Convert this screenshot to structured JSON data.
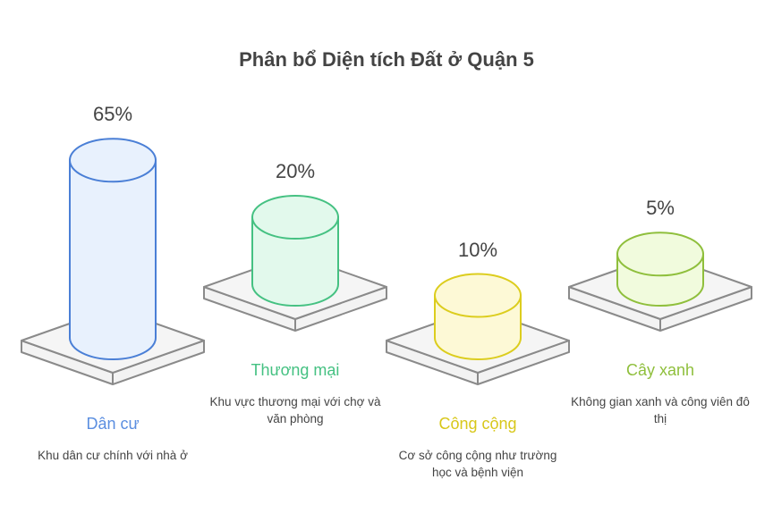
{
  "title": "Phân bổ Diện tích Đất ở Quận 5",
  "chart_data": {
    "type": "bar",
    "title": "Phân bổ Diện tích Đất ở Quận 5",
    "categories": [
      "Dân cư",
      "Thương mại",
      "Công cộng",
      "Cây xanh"
    ],
    "values": [
      65,
      20,
      10,
      5
    ],
    "value_labels": [
      "65%",
      "20%",
      "10%",
      "5%"
    ],
    "descriptions": [
      "Khu dân cư chính với nhà ở",
      "Khu vực thương mại với chợ và văn phòng",
      "Cơ sở công cộng như trường học và bệnh viện",
      "Không gian xanh và công viên đô thị"
    ],
    "colors": [
      {
        "stroke": "#4a7fd6",
        "fill": "#e8f1fd",
        "label": "#5b8ee0"
      },
      {
        "stroke": "#45c182",
        "fill": "#e2f9ec",
        "label": "#45c182"
      },
      {
        "stroke": "#dccd1e",
        "fill": "#fdf9d6",
        "label": "#d8c71a"
      },
      {
        "stroke": "#8fbf3c",
        "fill": "#f1fbdd",
        "label": "#8fbf3c"
      }
    ]
  }
}
